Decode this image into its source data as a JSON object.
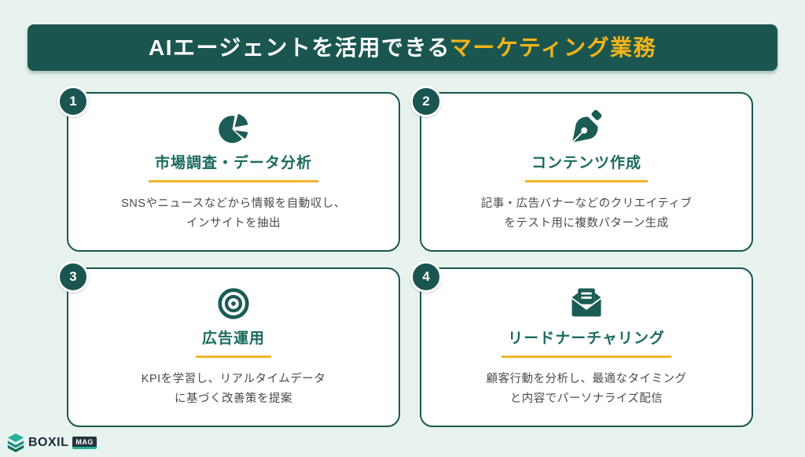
{
  "banner": {
    "title_white": "AIエージェントを活用できる",
    "title_yellow": "マーケティング業務"
  },
  "cards": [
    {
      "number": "1",
      "icon": "pie-chart-icon",
      "title": "市場調査・データ分析",
      "desc": "SNSやニュースなどから情報を自動収し、\nインサイトを抽出"
    },
    {
      "number": "2",
      "icon": "pen-nib-icon",
      "title": "コンテンツ作成",
      "desc": "記事・広告バナーなどのクリエイティブ\nをテスト用に複数パターン生成"
    },
    {
      "number": "3",
      "icon": "target-icon",
      "title": "広告運用",
      "desc": "KPIを学習し、リアルタイムデータ\nに基づく改善策を提案"
    },
    {
      "number": "4",
      "icon": "envelope-open-icon",
      "title": "リードナーチャリング",
      "desc": "顧客行動を分析し、最適なタイミング\nと内容でパーソナライズ配信"
    }
  ],
  "footer": {
    "brand": "BOXIL",
    "badge": "MAG"
  },
  "colors": {
    "background": "#E8F3F0",
    "banner_bg": "#1A564F",
    "accent_yellow": "#F2B418",
    "underline_yellow": "#F0B42C",
    "card_border": "#1A564F",
    "title_teal": "#1B6A5E",
    "icon_teal": "#1B5C54",
    "desc_gray": "#4A4A4A",
    "logo_teal": "#25B09A"
  }
}
